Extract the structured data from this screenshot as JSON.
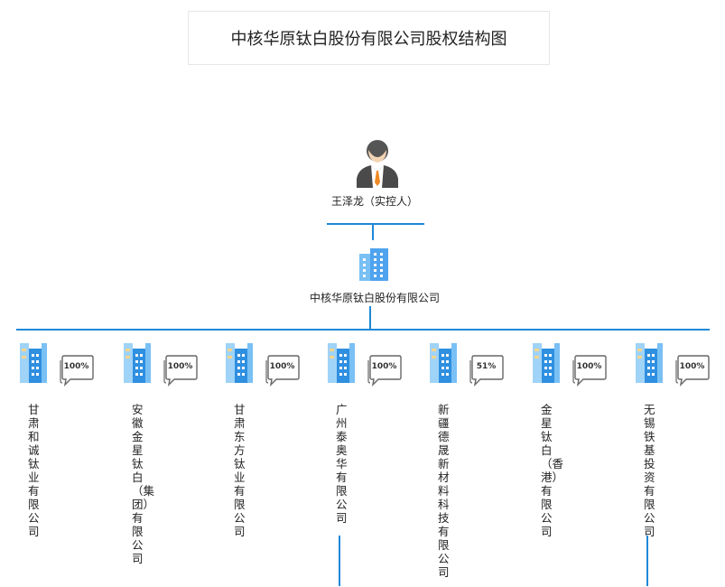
{
  "title": "中核华原钛白股份有限公司股权结构图",
  "controller": {
    "name": "王泽龙（实控人）",
    "icon": "person-icon"
  },
  "company": {
    "name": "中核华原钛白股份有限公司",
    "icon": "building-icon"
  },
  "colors": {
    "line": "#1e88d8",
    "building_light": "#79c0f5",
    "building_dark": "#2f8fe0",
    "window": "#f5d58a"
  },
  "subsidiaries": [
    {
      "name": "甘肃和诚钛业有限公司",
      "share": "100%"
    },
    {
      "name": "安徽金星钛白（集团）有限公司",
      "share": "100%"
    },
    {
      "name": "甘肃东方钛业有限公司",
      "share": "100%"
    },
    {
      "name": "广州泰奥华有限公司",
      "share": "100%"
    },
    {
      "name": "新疆德晟新材料科技有限公司",
      "share": "51%"
    },
    {
      "name": "金星钛白（香港）有限公司",
      "share": "100%"
    },
    {
      "name": "无锡铁基投资有限公司",
      "share": "100%"
    }
  ]
}
